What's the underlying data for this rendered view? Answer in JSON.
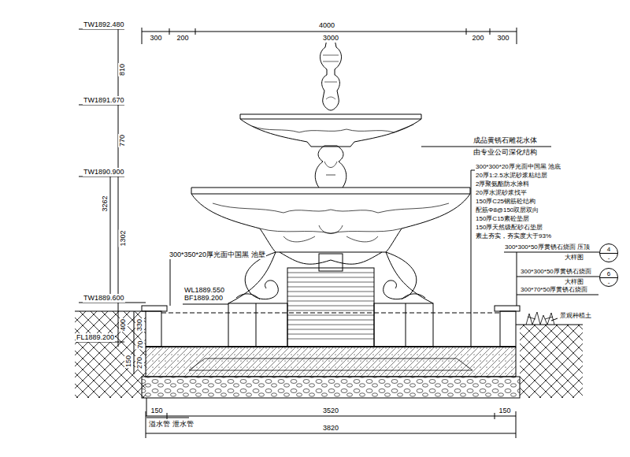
{
  "diagram": {
    "nodes": [
      {
        "text": [
          "4",
          "-"
        ]
      },
      {
        "text": [
          "6",
          "-"
        ]
      }
    ],
    "labels": [
      "TW1892.480",
      "810",
      "TW1891.670",
      "770",
      "TW1890.900",
      "3262",
      "1302",
      "TW1889.600",
      "400",
      "FL1889.200",
      "330",
      "70",
      "150",
      "270",
      "4000",
      "300",
      "200",
      "3000",
      "200",
      "300",
      "WL1889.550",
      "BF1889.200",
      "300*350*20厚光面中国黑  池壁",
      "成品黄锈石雕花水体",
      "由专业公司深化结构",
      "300*300*20厚光面中国黑  池底",
      "20厚1:2.5水泥砂浆粘结层",
      "2厚聚氨酯防水涂料",
      "20厚水泥砂浆找平",
      "150厚C25钢筋砼结构",
      "配筋Φ8@150双层双向",
      "150厚C15素砼垫层",
      "150厚天然级配砂石垫层",
      "素土夯实，夯实度大于93%",
      "300*300*50厚黄锈石烧面  压顶",
      "大样图",
      "300*300*50厚黄锈石烧面",
      "大样图",
      "300*70*50厚黄锈石烧面",
      "景观种植土",
      "溢水管  泄水管",
      "150",
      "3520",
      "150",
      "3820"
    ]
  }
}
